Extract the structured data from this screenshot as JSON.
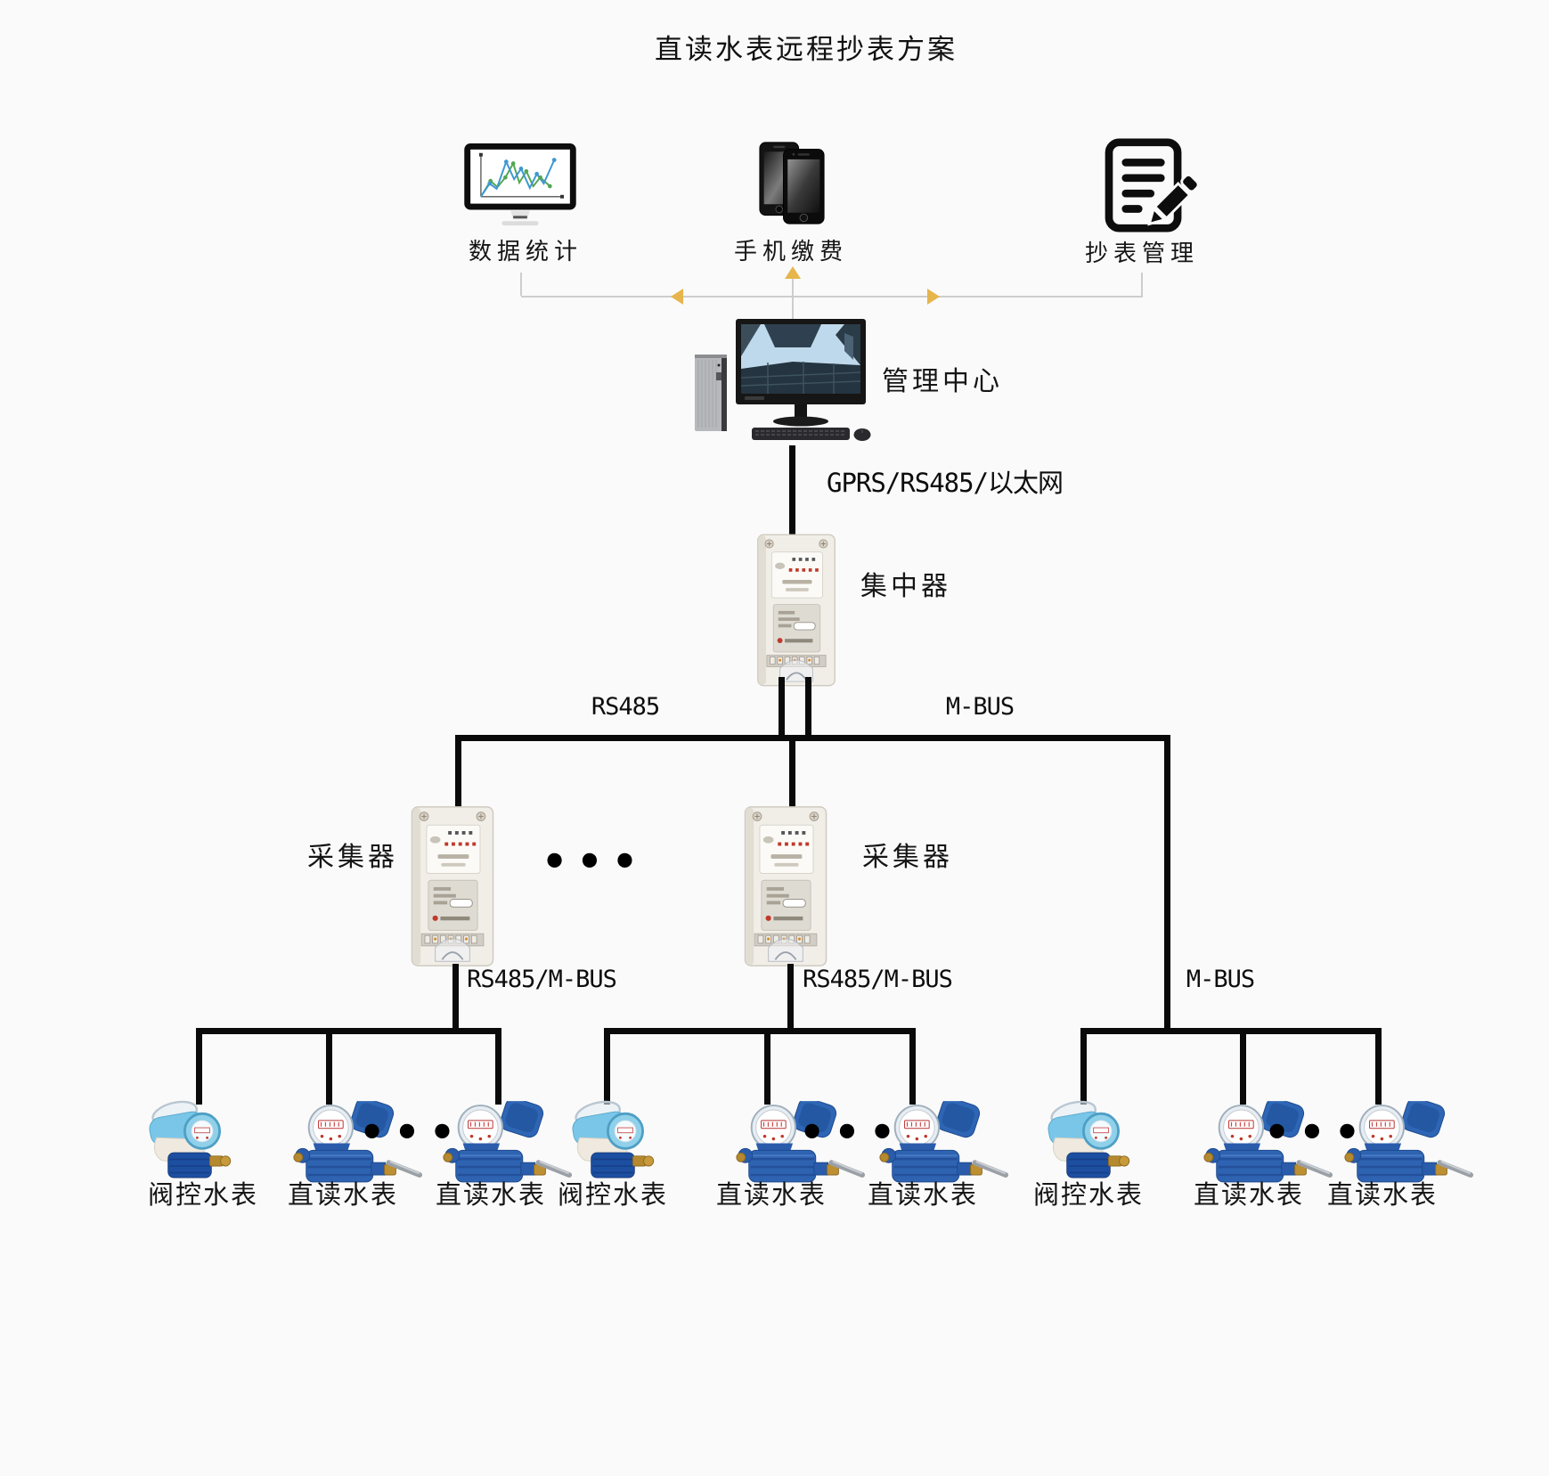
{
  "title": "直读水表远程抄表方案",
  "top_functions": [
    {
      "label": "数据统计",
      "icon": "chart-monitor-icon"
    },
    {
      "label": "手机缴费",
      "icon": "mobile-phones-icon"
    },
    {
      "label": "抄表管理",
      "icon": "meter-reading-doc-icon"
    }
  ],
  "management_center": {
    "label": "管理中心"
  },
  "links": {
    "uplink": "GPRS/RS485/以太网",
    "branch_left": "RS485",
    "branch_right": "M-BUS",
    "downlink_left": "RS485/M-BUS",
    "downlink_middle": "RS485/M-BUS",
    "downlink_right": "M-BUS"
  },
  "concentrator": {
    "label": "集中器"
  },
  "collectors": [
    {
      "label": "采集器"
    },
    {
      "label": "采集器"
    }
  ],
  "ellipsis": "•••",
  "meter_groups": [
    {
      "meters": [
        "阀控水表",
        "直读水表",
        "直读水表"
      ]
    },
    {
      "meters": [
        "阀控水表",
        "直读水表",
        "直读水表"
      ]
    },
    {
      "meters": [
        "阀控水表",
        "直读水表",
        "直读水表"
      ]
    }
  ],
  "colors": {
    "background": "#fafafa",
    "bus_line": "#0a0a0a",
    "thin_connector": "#cdcdcd",
    "arrow_accent": "#e6b54c",
    "meter_blue": "#2e63b2",
    "valve_meter_lightblue": "#79c6e8"
  }
}
